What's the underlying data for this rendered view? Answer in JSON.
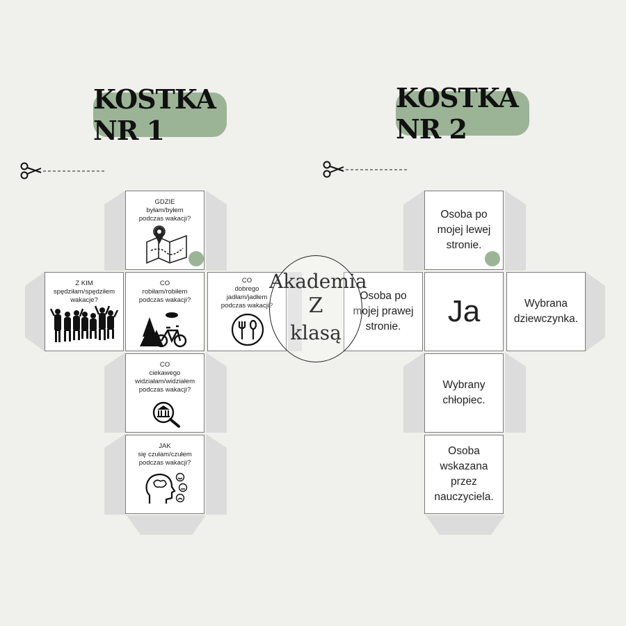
{
  "dice1": {
    "title": "KOSTKA NR 1",
    "faces": {
      "gdzie": "GDZIE\nbyłam/byłem\npodczas wakacji?",
      "z_kim": "Z KIM\nspędziłam/spędziłem\nwakacje?",
      "co_robilam": "CO\nrobiłam/robiłem\npodczas wakacji?",
      "co_dobrego": "CO\ndobrego\njadłam/jadłem\npodczas wakacji?",
      "co_ciekawego": "CO\nciekawego\nwidziałam/widziałem\npodczas wakacji?",
      "jak": "JAK\nsię czułam/czułem\npodczas wakacji?"
    },
    "icons": [
      "map-pin-icon",
      "people-silhouettes-icon",
      "trees-bicycle-icon",
      "fork-spoon-plate-icon",
      "museum-magnifier-icon",
      "head-emotions-icon"
    ]
  },
  "dice2": {
    "title": "KOSTKA NR 2",
    "faces": {
      "top": "Osoba po\nmojej lewej\nstronie.",
      "left": "Osoba po\nmojej prawej\nstronie.",
      "center": "Ja",
      "right": "Wybrana\ndziewczynka.",
      "below": "Wybrany\nchłopiec.",
      "bottom": "Osoba\nwskazana\nprzez\nnauczyciela."
    }
  },
  "logo": {
    "line1": "Akademia",
    "line2": "Z",
    "line3": "klasą"
  },
  "colors": {
    "pill": "#9cb496",
    "background": "#f0f0ec",
    "tab": "#dcdcdc"
  }
}
